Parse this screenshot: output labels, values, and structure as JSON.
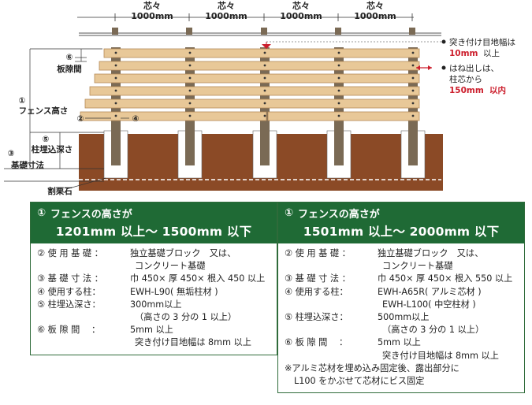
{
  "colors": {
    "board": "#e8c898",
    "board_edge": "#b48a58",
    "post": "#7a6a55",
    "soil": "#8b4a26",
    "concrete": "#ffffff",
    "accent_red": "#cc1e2c",
    "header_green": "#1f6a35",
    "text": "#222222"
  },
  "diagram": {
    "spacing_labels": [
      {
        "top": "芯々",
        "bottom": "1000mm"
      },
      {
        "top": "芯々",
        "bottom": "1000mm"
      },
      {
        "top": "芯々",
        "bottom": "1000mm"
      },
      {
        "top": "芯々",
        "bottom": "1000mm"
      }
    ],
    "callout_board_gap": {
      "num": "⑥",
      "text": "板隙間"
    },
    "callout_fence_height": {
      "num": "①",
      "text": "フェンス高さ"
    },
    "callout_2": "②",
    "callout_4": "④",
    "callout_burial": {
      "num": "⑤",
      "text": "柱埋込深さ"
    },
    "callout_foundation": {
      "num": "③",
      "text": "基礎寸法"
    },
    "gravel": "割栗石",
    "right_note1": {
      "line1": "突き付け目地幅は",
      "value": "10mm",
      "suffix": "以上"
    },
    "right_note2": {
      "line1": "はね出しは、",
      "line2": "柱芯から",
      "value": "150mm",
      "suffix": "以内"
    }
  },
  "panels": [
    {
      "title_num": "①",
      "title": "フェンスの高さが",
      "range": "1201mm 以上～ 1500mm 以下",
      "rows": [
        {
          "num": "②",
          "label": "使 用 基 礎 ：",
          "value": "独立基礎ブロック　又は、",
          "sub": [
            "コンクリート基礎"
          ]
        },
        {
          "num": "③",
          "label": "基 礎 寸 法 ：",
          "value": "巾 450× 厚 450× 根入 450 以上",
          "sub": []
        },
        {
          "num": "④",
          "label": "使用する柱：",
          "value": "EWH-L90( 無垢柱材 )",
          "sub": []
        },
        {
          "num": "⑤",
          "label": "柱埋込深さ：",
          "value": "300mm以上",
          "sub": [
            "（高さの 3 分の 1 以上）"
          ]
        },
        {
          "num": "⑥",
          "label": "板 隙 間 　：",
          "value": "5mm 以上",
          "sub": [
            "突き付け目地幅は 8mm 以上"
          ]
        }
      ],
      "notes": []
    },
    {
      "title_num": "①",
      "title": "フェンスの高さが",
      "range": "1501mm 以上～ 2000mm 以下",
      "rows": [
        {
          "num": "②",
          "label": "使 用 基 礎 ：",
          "value": "独立基礎ブロック　又は、",
          "sub": [
            "コンクリート基礎"
          ]
        },
        {
          "num": "③",
          "label": "基 礎 寸 法 ：",
          "value": "巾 450× 厚 450× 根入 550 以上",
          "sub": []
        },
        {
          "num": "④",
          "label": "使用する柱：",
          "value": "EWH-A65R( アルミ芯材 )",
          "sub": [
            "EWH-L100( 中空柱材 )"
          ]
        },
        {
          "num": "⑤",
          "label": "柱埋込深さ：",
          "value": "500mm以上",
          "sub": [
            "（高さの 3 分の 1 以上）"
          ]
        },
        {
          "num": "⑥",
          "label": "板 隙 間 　：",
          "value": "5mm 以上",
          "sub": [
            "突き付け目地幅は 8mm 以上"
          ]
        }
      ],
      "notes": [
        "※アルミ芯材を埋め込み固定後、露出部分に",
        "L100 をかぶせて芯材にビス固定"
      ]
    }
  ]
}
